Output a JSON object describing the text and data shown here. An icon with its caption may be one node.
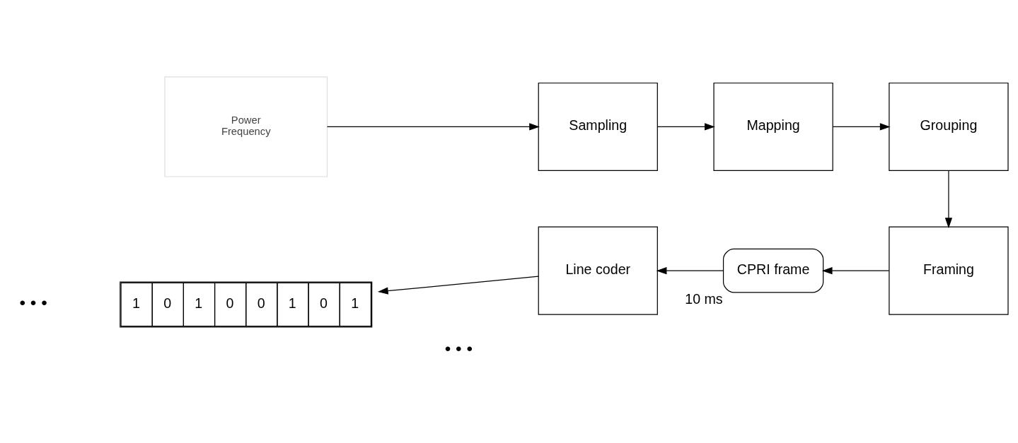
{
  "diagram": {
    "nodes": [
      {
        "text": [
          "Power",
          "Frequency"
        ]
      },
      {
        "text": [
          "Sampling"
        ]
      },
      {
        "text": [
          "Mapping"
        ]
      },
      {
        "text": [
          "Grouping"
        ]
      },
      {
        "text": [
          "Framing"
        ]
      },
      {
        "text": [
          "CPRI frame"
        ],
        "beside": [
          "10 ms"
        ]
      },
      {
        "text": [
          "Line coder"
        ]
      },
      {
        "text": [
          "1",
          "0",
          "1",
          "0",
          "0",
          "1",
          "0",
          "1"
        ]
      }
    ],
    "edges": [
      {
        "from": 0,
        "to": 1,
        "arrow": "to"
      },
      {
        "from": 1,
        "to": 2,
        "arrow": "to"
      },
      {
        "from": 2,
        "to": 3,
        "arrow": "to"
      },
      {
        "from": 3,
        "to": 4,
        "arrow": "to"
      },
      {
        "from": 4,
        "to": 5,
        "arrow": "to"
      },
      {
        "from": 5,
        "to": 6,
        "arrow": "to"
      },
      {
        "from": 6,
        "to": 7,
        "arrow": "to"
      }
    ],
    "labels": [
      "• • •",
      "• • •"
    ]
  }
}
